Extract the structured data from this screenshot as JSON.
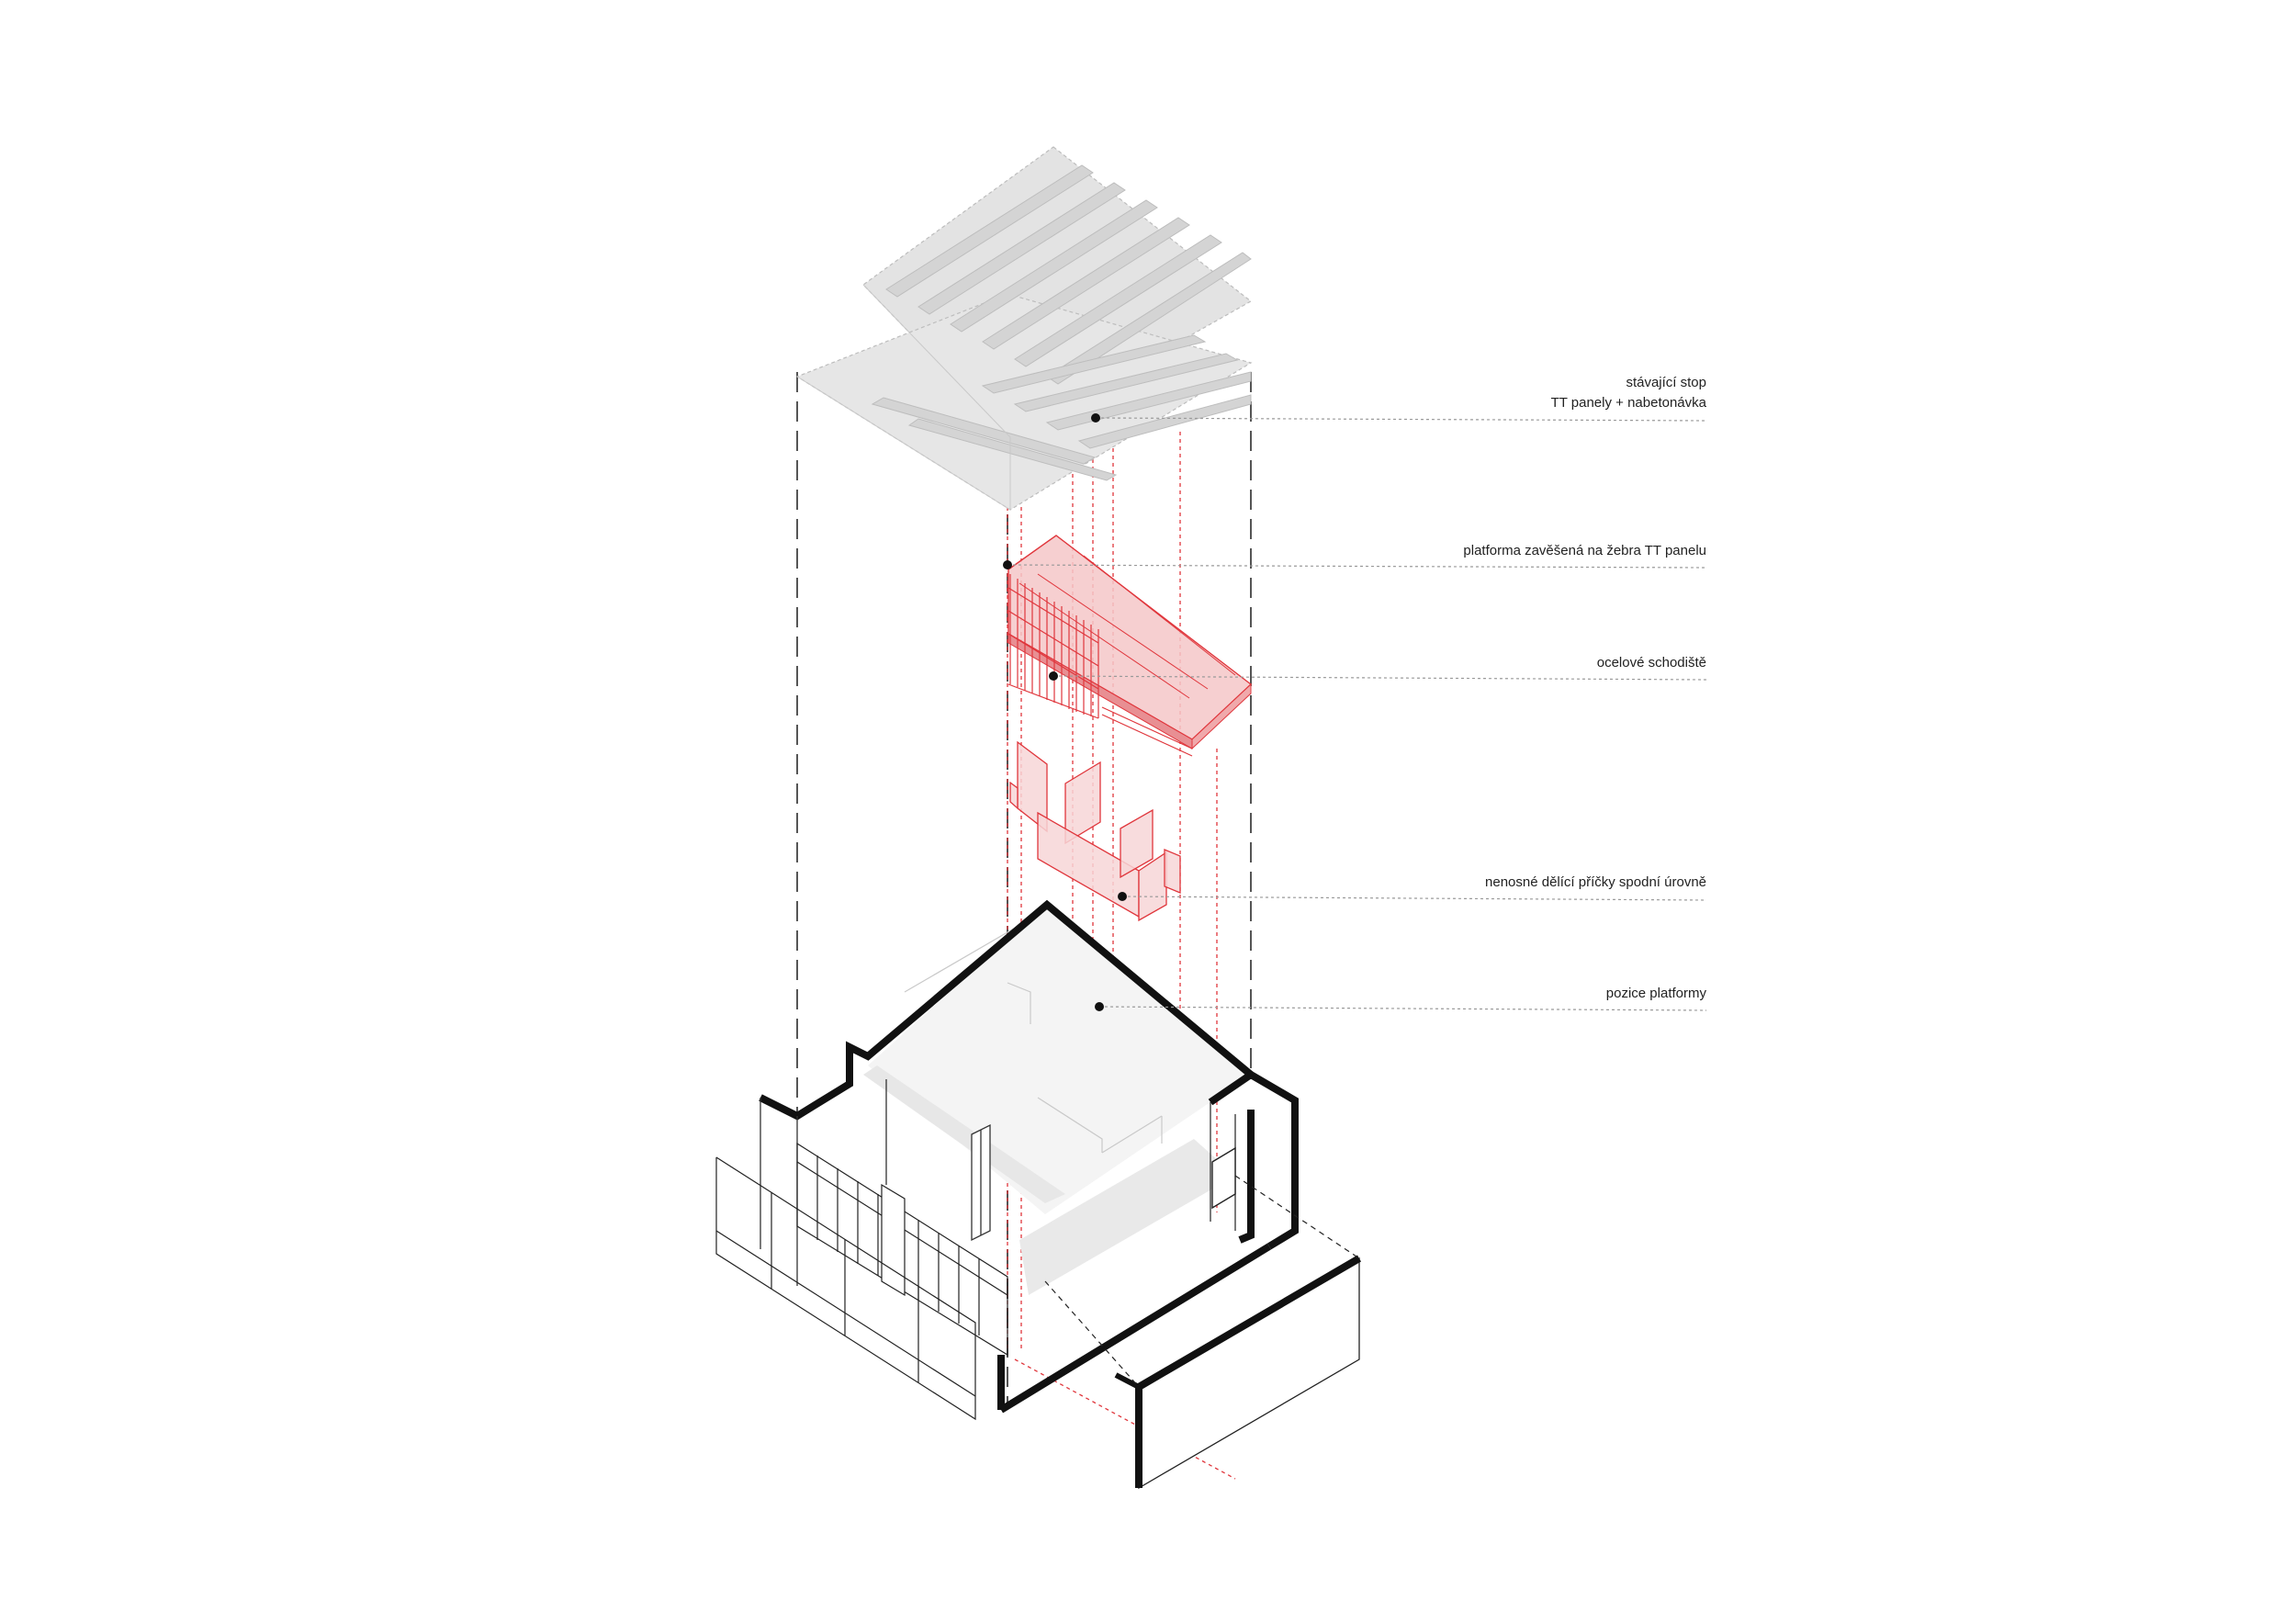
{
  "colors": {
    "background": "#ffffff",
    "ink": "#111111",
    "accent_red": "#e0363c",
    "red_fill": "#f4c7c8",
    "grey_fill": "#e3e3e3",
    "leader": "#9a9a9a"
  },
  "labels": [
    {
      "lines": [
        "stávající stop",
        "TT panely + nabetonávka"
      ]
    },
    {
      "lines": [
        "platforma zavěšená na žebra TT panelu"
      ]
    },
    {
      "lines": [
        "ocelové schodiště"
      ]
    },
    {
      "lines": [
        "nenosné dělící příčky spodní úrovně"
      ]
    },
    {
      "lines": [
        "pozice platformy"
      ]
    }
  ]
}
